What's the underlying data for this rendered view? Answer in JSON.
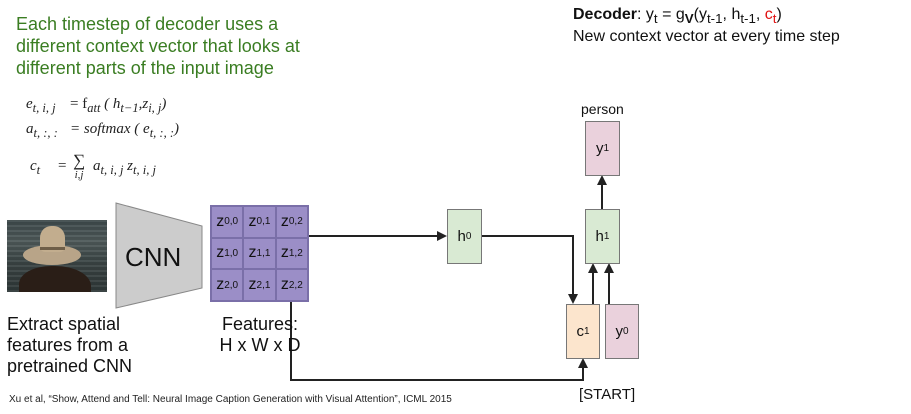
{
  "caption": {
    "lines": [
      "Each timestep of decoder uses a",
      "different context vector that looks at",
      "different parts of the input image"
    ],
    "color": "#3a7d22"
  },
  "decoder": {
    "title": "Decoder",
    "formula_y": "y",
    "formula_y_sub": "t",
    "formula_eq": " = g",
    "formula_g_sub": "V",
    "formula_open": "(y",
    "formula_arg1_sub": "t-1",
    "formula_mid": ", h",
    "formula_arg2_sub": "t-1",
    "formula_comma": ", ",
    "formula_c": "c",
    "formula_c_sub": "t",
    "formula_close": ")",
    "subtitle": "New context vector at every time step",
    "highlight_color": "#e01010"
  },
  "equations": {
    "e_lhs": "e",
    "e_lhs_sub": "t, i, j",
    "e_rhs": "= f",
    "e_rhs_sub": "att",
    "e_args": " ( h",
    "e_args_sub": "t−1",
    "e_args2": ",z",
    "e_args2_sub": "i, j",
    "e_close": ")",
    "a_lhs": "a",
    "a_lhs_sub": "t, :, :",
    "a_rhs": "= softmax ( e",
    "a_rhs_sub": "t, :, :",
    "a_close": ")",
    "c_lhs": "c",
    "c_lhs_sub": "t",
    "c_eq": "=",
    "c_sum": "∑",
    "c_sum_sub": "i,j",
    "c_term": "a",
    "c_term_sub": "t, i, j",
    "c_term2": " z",
    "c_term2_sub": "t, i, j"
  },
  "image": {
    "description": "person in straw hat facing water"
  },
  "cnn": {
    "label": "CNN"
  },
  "features": {
    "cells": [
      {
        "base": "z",
        "sub": "0,0"
      },
      {
        "base": "z",
        "sub": "0,1"
      },
      {
        "base": "z",
        "sub": "0,2"
      },
      {
        "base": "z",
        "sub": "1,0"
      },
      {
        "base": "z",
        "sub": "1,1"
      },
      {
        "base": "z",
        "sub": "1,2"
      },
      {
        "base": "z",
        "sub": "2,0"
      },
      {
        "base": "z",
        "sub": "2,1"
      },
      {
        "base": "z",
        "sub": "2,2"
      }
    ],
    "label_line1": "Features:",
    "label_line2": "H x W x D"
  },
  "extract_label": [
    "Extract spatial",
    "features from a",
    "pretrained CNN"
  ],
  "nodes": {
    "h0": {
      "base": "h",
      "sub": "0"
    },
    "h1": {
      "base": "h",
      "sub": "1"
    },
    "y1": {
      "base": "y",
      "sub": "1"
    },
    "c1": {
      "base": "c",
      "sub": "1"
    },
    "y0": {
      "base": "y",
      "sub": "0"
    }
  },
  "output_word": "person",
  "start_token": "[START]",
  "citation": "Xu et al, “Show, Attend and Tell: Neural Image Caption Generation with Visual Attention”, ICML 2015",
  "colors": {
    "hidden": "#d9ead3",
    "output": "#ead1dc",
    "context": "#fce5cd",
    "features": "#9b8ec7",
    "cnn": "#cccccc"
  }
}
